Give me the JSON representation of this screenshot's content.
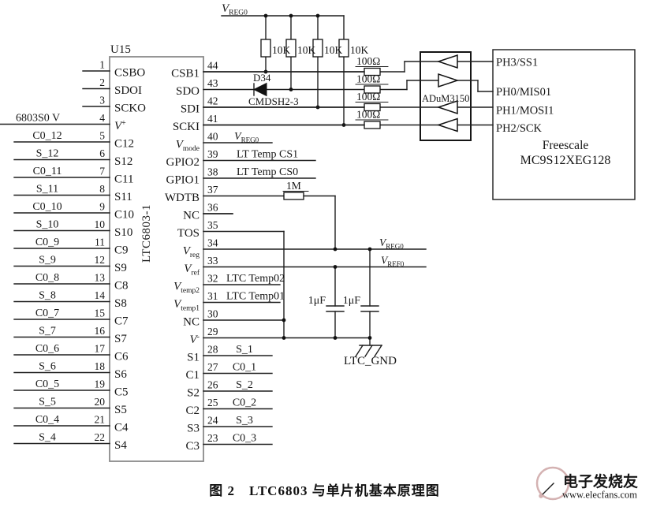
{
  "caption": "图 2　LTC6803 与单片机基本原理图",
  "chip": {
    "refdes": "U15",
    "part": "LTC6803-1",
    "left_pins": [
      {
        "num": "1",
        "name": "CSBO",
        "net": ""
      },
      {
        "num": "2",
        "name": "SDOI",
        "net": ""
      },
      {
        "num": "3",
        "name": "SCKO",
        "net": ""
      },
      {
        "num": "4",
        "name": "V",
        "name_sup": "+",
        "net": "6803S0 V"
      },
      {
        "num": "5",
        "name": "C12",
        "net": "C0_12"
      },
      {
        "num": "6",
        "name": "S12",
        "net": "S_12"
      },
      {
        "num": "7",
        "name": "C11",
        "net": "C0_11"
      },
      {
        "num": "8",
        "name": "S11",
        "net": "S_11"
      },
      {
        "num": "9",
        "name": "C10",
        "net": "C0_10"
      },
      {
        "num": "10",
        "name": "S10",
        "net": "S_10"
      },
      {
        "num": "11",
        "name": "C9",
        "net": "C0_9"
      },
      {
        "num": "12",
        "name": "S9",
        "net": "S_9"
      },
      {
        "num": "13",
        "name": "C8",
        "net": "C0_8"
      },
      {
        "num": "14",
        "name": "S8",
        "net": "S_8"
      },
      {
        "num": "15",
        "name": "C7",
        "net": "C0_7"
      },
      {
        "num": "16",
        "name": "S7",
        "net": "S_7"
      },
      {
        "num": "17",
        "name": "C6",
        "net": "C0_6"
      },
      {
        "num": "18",
        "name": "S6",
        "net": "S_6"
      },
      {
        "num": "19",
        "name": "C5",
        "net": "C0_5"
      },
      {
        "num": "20",
        "name": "S5",
        "net": "S_5"
      },
      {
        "num": "21",
        "name": "C4",
        "net": "C0_4"
      },
      {
        "num": "22",
        "name": "S4",
        "net": "S_4"
      }
    ],
    "right_pins": [
      {
        "num": "44",
        "name": "CSB1",
        "net": ""
      },
      {
        "num": "43",
        "name": "SDO",
        "net": ""
      },
      {
        "num": "42",
        "name": "SDI",
        "net": ""
      },
      {
        "num": "41",
        "name": "SCKI",
        "net": ""
      },
      {
        "num": "40",
        "name": "V",
        "name_sub": "mode",
        "net": "V",
        "net_sub": "REG0"
      },
      {
        "num": "39",
        "name": "GPIO2",
        "net": "LT Temp CS1"
      },
      {
        "num": "38",
        "name": "GPIO1",
        "net": "LT Temp CS0"
      },
      {
        "num": "37",
        "name": "WDTB",
        "net": ""
      },
      {
        "num": "36",
        "name": "NC",
        "net": ""
      },
      {
        "num": "35",
        "name": "TOS",
        "net": ""
      },
      {
        "num": "34",
        "name": "V",
        "name_sub": "reg",
        "net": ""
      },
      {
        "num": "33",
        "name": "V",
        "name_sub": "ref",
        "net": ""
      },
      {
        "num": "32",
        "name": "V",
        "name_sub": "temp2",
        "net": "LTC Temp02"
      },
      {
        "num": "31",
        "name": "V",
        "name_sub": "temp1",
        "net": "LTC Temp01"
      },
      {
        "num": "30",
        "name": "NC",
        "net": ""
      },
      {
        "num": "29",
        "name": "V",
        "name_sup": "-",
        "net": ""
      },
      {
        "num": "28",
        "name": "S1",
        "net": "S_1"
      },
      {
        "num": "27",
        "name": "C1",
        "net": "C0_1"
      },
      {
        "num": "26",
        "name": "S2",
        "net": "S_2"
      },
      {
        "num": "25",
        "name": "C2",
        "net": "C0_2"
      },
      {
        "num": "24",
        "name": "S3",
        "net": "S_3"
      },
      {
        "num": "23",
        "name": "C3",
        "net": "C0_3"
      }
    ]
  },
  "power": {
    "top_rail": {
      "main": "V",
      "sub": "REG0"
    },
    "vreg0_rail": {
      "main": "V",
      "sub": "REG0"
    },
    "vref0_rail": {
      "main": "V",
      "sub": "REF0"
    }
  },
  "components": {
    "pullups": [
      "10K",
      "10K",
      "10K",
      "10K"
    ],
    "series_r": [
      "100Ω",
      "100Ω",
      "100Ω",
      "100Ω"
    ],
    "diode": {
      "refdes": "D34",
      "part": "CMDSH2-3"
    },
    "r_wdtb": "1M",
    "caps": [
      "1μF",
      "1μF"
    ],
    "ground": "LTC_GND"
  },
  "isolator": {
    "label": "ADuM3150"
  },
  "mcu": {
    "pins": [
      "PH3/SS1",
      "PH0/MIS01",
      "PH1/MOSI1",
      "PH2/SCK"
    ],
    "brand": "Freescale",
    "part": "MC9S12XEG128"
  },
  "watermark": {
    "name": "电子发烧友",
    "site": "www.elecfans.com"
  },
  "colors": {
    "wire": "#1e1e1e",
    "chip_border": "#8a8a8a",
    "watermark": "#d0aeae"
  }
}
